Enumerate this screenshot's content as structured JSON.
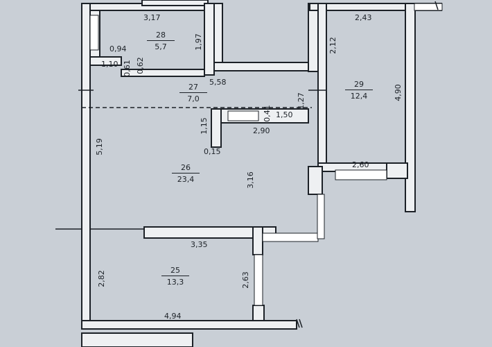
{
  "colors": {
    "paper": "#c9cfd6",
    "wall": "#1c2127",
    "wall_fill": "#eef0f2",
    "window": "#ffffff"
  },
  "rooms": [
    {
      "number": "28",
      "area": "5,7"
    },
    {
      "number": "27",
      "area": "7,0"
    },
    {
      "number": "29",
      "area": "12,4"
    },
    {
      "number": "26",
      "area": "23,4"
    },
    {
      "number": "25",
      "area": "13,3"
    }
  ],
  "dimensions": {
    "d_317": "3,17",
    "d_094": "0,94",
    "d_197": "1,97",
    "d_110": "1,10",
    "d_061": "0,61",
    "d_062": "0,62",
    "d_558": "5,58",
    "d_127": "1,27",
    "d_243": "2,43",
    "d_212": "2,12",
    "d_490": "4,90",
    "d_115": "1,15",
    "d_041": "0,41",
    "d_150": "1,50",
    "d_290": "2,90",
    "d_015": "0,15",
    "d_519": "5,19",
    "d_316": "3,16",
    "d_260": "2,60",
    "d_335": "3,35",
    "d_282": "2,82",
    "d_263": "2,63",
    "d_494": "4,94"
  }
}
